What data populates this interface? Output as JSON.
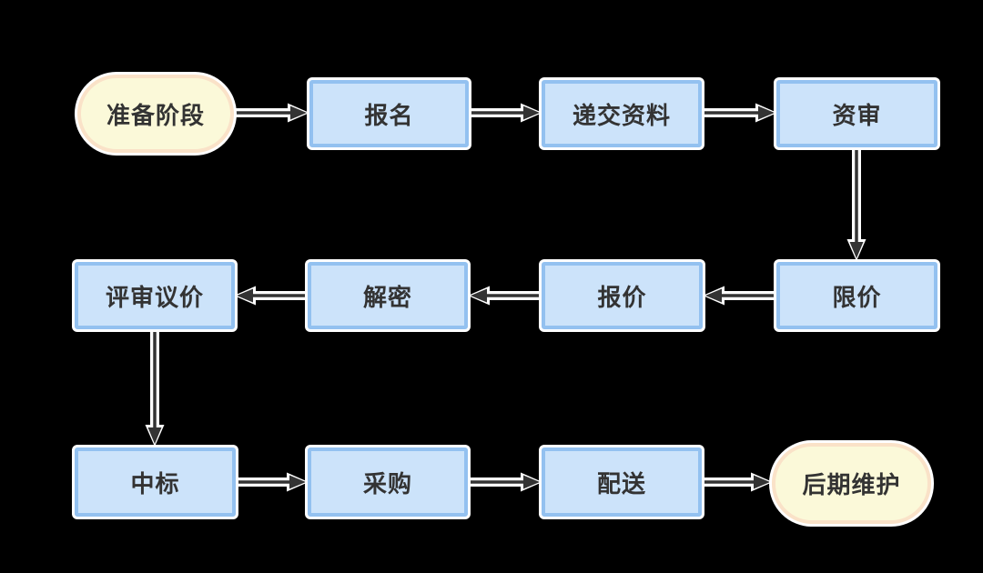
{
  "flowchart": {
    "colors": {
      "background": "#000000",
      "process_fill": "#cce3fa",
      "process_border": "#93c1f0",
      "terminal_fill": "#fbf9d9",
      "terminal_border": "#fae2c8",
      "text_color": "#333333",
      "arrow_color": "#333333",
      "halo_color": "#ffffff"
    },
    "nodes": [
      {
        "id": "prepare",
        "label": "准备阶段",
        "type": "terminal"
      },
      {
        "id": "register",
        "label": "报名",
        "type": "process"
      },
      {
        "id": "submit-materials",
        "label": "递交资料",
        "type": "process"
      },
      {
        "id": "qualification-review",
        "label": "资审",
        "type": "process"
      },
      {
        "id": "price-limit",
        "label": "限价",
        "type": "process"
      },
      {
        "id": "quotation",
        "label": "报价",
        "type": "process"
      },
      {
        "id": "decryption",
        "label": "解密",
        "type": "process"
      },
      {
        "id": "review-negotiation",
        "label": "评审议价",
        "type": "process"
      },
      {
        "id": "win-bid",
        "label": "中标",
        "type": "process"
      },
      {
        "id": "procurement",
        "label": "采购",
        "type": "process"
      },
      {
        "id": "delivery",
        "label": "配送",
        "type": "process"
      },
      {
        "id": "maintenance",
        "label": "后期维护",
        "type": "terminal"
      }
    ],
    "edges": [
      {
        "from": "prepare",
        "to": "register"
      },
      {
        "from": "register",
        "to": "submit-materials"
      },
      {
        "from": "submit-materials",
        "to": "qualification-review"
      },
      {
        "from": "qualification-review",
        "to": "price-limit"
      },
      {
        "from": "price-limit",
        "to": "quotation"
      },
      {
        "from": "quotation",
        "to": "decryption"
      },
      {
        "from": "decryption",
        "to": "review-negotiation"
      },
      {
        "from": "review-negotiation",
        "to": "win-bid"
      },
      {
        "from": "win-bid",
        "to": "procurement"
      },
      {
        "from": "procurement",
        "to": "delivery"
      },
      {
        "from": "delivery",
        "to": "maintenance"
      }
    ]
  }
}
